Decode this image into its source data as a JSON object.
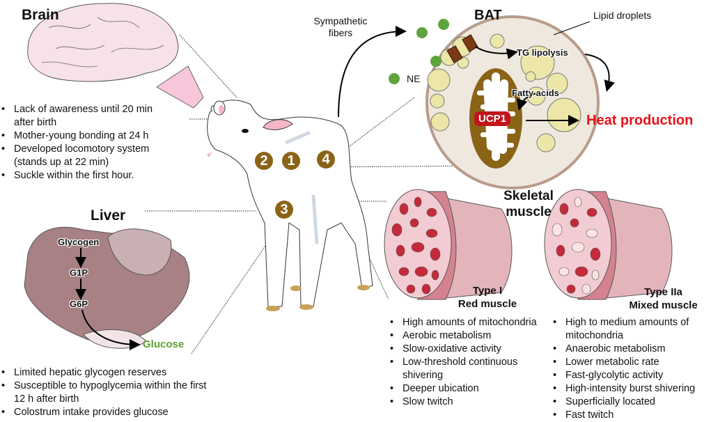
{
  "brain": {
    "title": "Brain",
    "bullets": [
      "Lack of awareness until 20 min after birth",
      "Mother-young bonding at 24 h",
      "Developed locomotory system (stands up at 22 min)",
      "Suckle within the first hour."
    ]
  },
  "liver": {
    "title": "Liver",
    "pathway": [
      "Glycogen",
      "G1P",
      "G6P"
    ],
    "product": "Glucose",
    "bullets": [
      "Limited hepatic glycogen reserves",
      "Susceptible to hypoglycemia within the first 12 h after birth",
      "Colostrum intake provides glucose"
    ]
  },
  "bat": {
    "title": "BAT",
    "sympathetic_label": "Sympathetic fibers",
    "ne_label": "NE",
    "lipid_label": "Lipid droplets",
    "tg_label": "TG lipolysis",
    "fatty_label": "Fatty acids",
    "ucp_label": "UCP1",
    "heat_label": "Heat production"
  },
  "badges": [
    "1",
    "2",
    "3",
    "4"
  ],
  "muscle": {
    "title_line1": "Skeletal",
    "title_line2": "muscle",
    "type1": {
      "name": "Type I",
      "subtitle": "Red muscle",
      "bullets": [
        "High amounts of mitochondria",
        "Aerobic metabolism",
        "Slow-oxidative activity",
        "Low-threshold continuous shivering",
        "Deeper ubication",
        "Slow twitch"
      ]
    },
    "type2a": {
      "name": "Type IIa",
      "subtitle": "Mixed muscle",
      "bullets": [
        "High to medium amounts of mitochondria",
        "Anaerobic metabolism",
        "Lower metabolic rate",
        "Fast-glycolytic activity",
        "High-intensity burst shivering",
        "Superficially located",
        "Fast twitch"
      ]
    }
  },
  "colors": {
    "badge": "#8a6416",
    "heat": "#e8101a",
    "glucose": "#5a9e2e",
    "ucp1": "#c0151a",
    "ne": "#5ea33e",
    "liver": "#a88185",
    "muscle": "#d8868e",
    "fiber": "#c52a3b",
    "brain": "#f7e1ea",
    "lipid": "#ece6a8",
    "mito": "#8a6416"
  }
}
